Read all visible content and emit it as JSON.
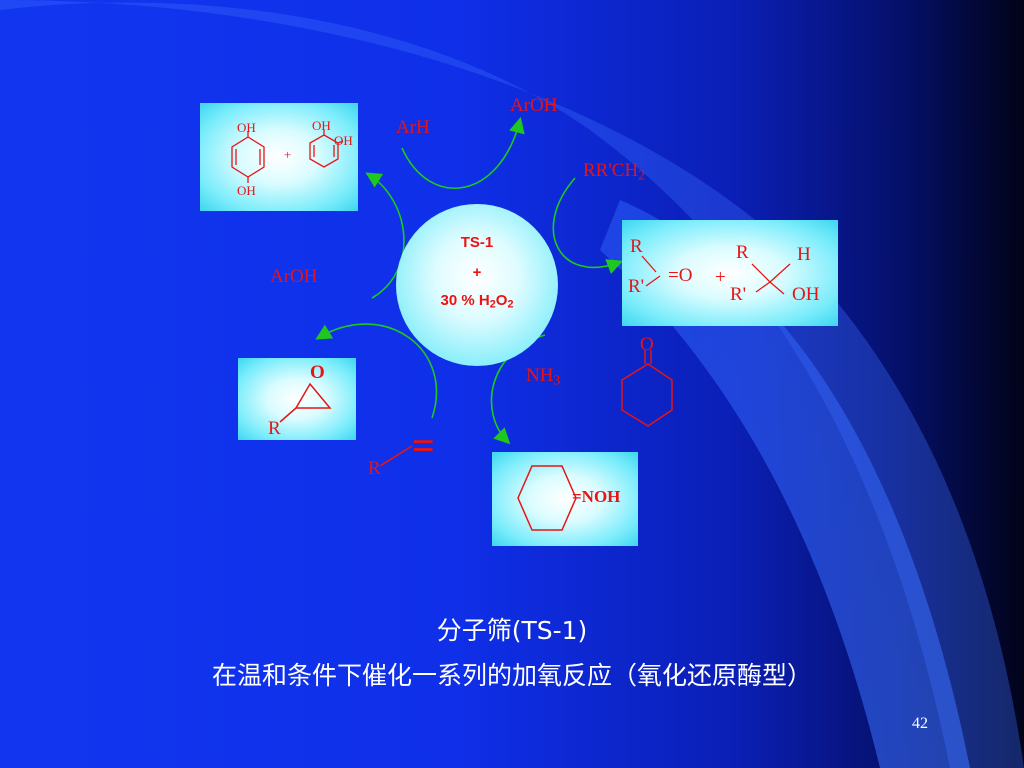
{
  "slide": {
    "caption_line1": "分子筛(TS-1)",
    "caption_line2": "在温和条件下催化一系列的加氧反应（氧化还原酶型）",
    "page_number": "42"
  },
  "catalyst": {
    "line1": "TS-1",
    "line2": "+",
    "line3_prefix": "30 % H",
    "line3_sub1": "2",
    "line3_mid": "O",
    "line3_sub2": "2"
  },
  "reactants": {
    "arh": "ArH",
    "aroh_top": "ArOH",
    "rrch2_main": "RR'CH",
    "rrch2_sub": "2",
    "nh3_main": "NH",
    "nh3_sub": "3",
    "aroh_left": "ArOH",
    "alkene_r": "R",
    "alkene_bond": "="
  },
  "products": {
    "phenols": {
      "oh1": "OH",
      "oh2": "OH",
      "oh3": "OH",
      "oh4": "OH",
      "plus": "+"
    },
    "carbonyl": {
      "r": "R",
      "r_prime": "R'",
      "eq_o": "=O",
      "plus": "+",
      "r2": "R",
      "h": "H",
      "r_prime2": "R'",
      "oh": "OH"
    },
    "cyclohexanone": {
      "o": "O"
    },
    "oxime": {
      "noh": "=NOH"
    },
    "epoxide": {
      "o": "O",
      "r": "R"
    }
  },
  "colors": {
    "text_red": "#e81414",
    "arrow_green": "#1ec81e",
    "caption_white": "#ffffff"
  }
}
